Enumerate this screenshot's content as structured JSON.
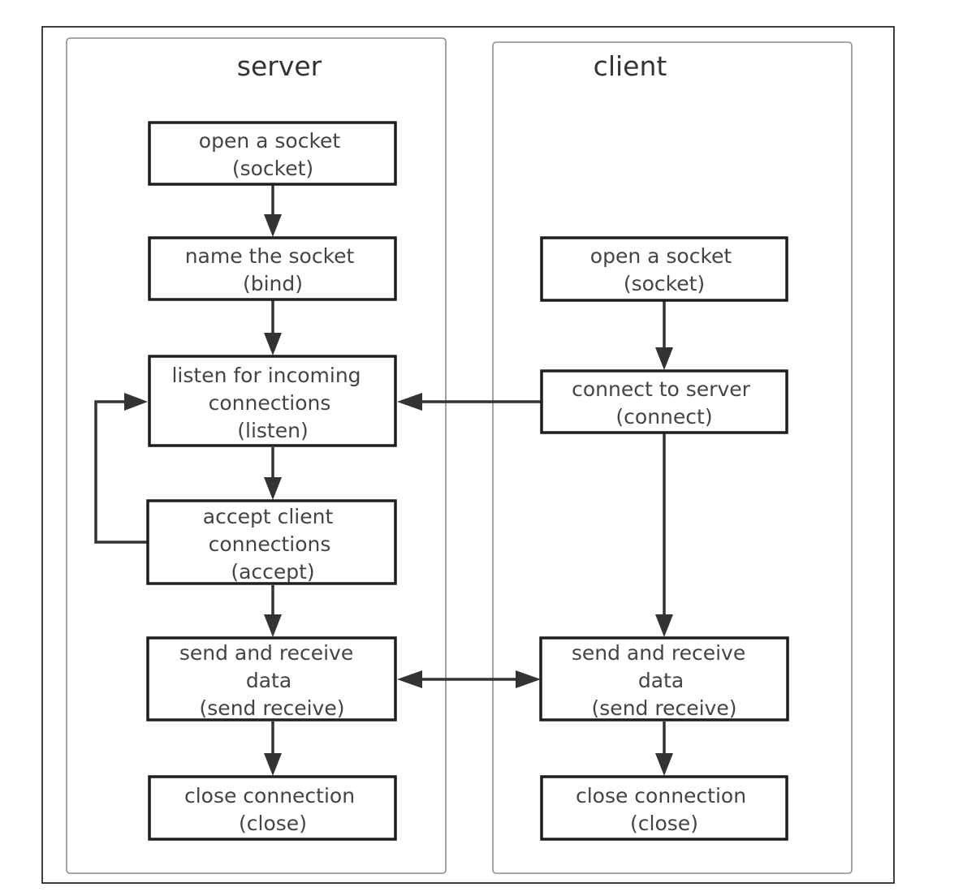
{
  "diagram": {
    "lanes": {
      "server": {
        "title": "server"
      },
      "client": {
        "title": "client"
      }
    },
    "nodes": {
      "server_socket": {
        "lines": [
          "open a socket",
          "(socket)"
        ]
      },
      "server_bind": {
        "lines": [
          "name the socket",
          "(bind)"
        ]
      },
      "server_listen": {
        "lines": [
          "listen for incoming",
          "connections",
          "(listen)"
        ]
      },
      "server_accept": {
        "lines": [
          "accept client",
          "connections",
          "(accept)"
        ]
      },
      "server_send_receive": {
        "lines": [
          "send and receive",
          "data",
          "(send receive)"
        ]
      },
      "server_close": {
        "lines": [
          "close connection",
          "(close)"
        ]
      },
      "client_socket": {
        "lines": [
          "open a socket",
          "(socket)"
        ]
      },
      "client_connect": {
        "lines": [
          "connect to server",
          "(connect)"
        ]
      },
      "client_send_receive": {
        "lines": [
          "send and receive",
          "data",
          "(send receive)"
        ]
      },
      "client_close": {
        "lines": [
          "close connection",
          "(close)"
        ]
      }
    },
    "edges": [
      {
        "from": "server_socket",
        "to": "server_bind"
      },
      {
        "from": "server_bind",
        "to": "server_listen"
      },
      {
        "from": "server_listen",
        "to": "server_accept"
      },
      {
        "from": "server_accept",
        "to": "server_listen"
      },
      {
        "from": "server_accept",
        "to": "server_send_receive"
      },
      {
        "from": "server_send_receive",
        "to": "server_close"
      },
      {
        "from": "client_socket",
        "to": "client_connect"
      },
      {
        "from": "client_connect",
        "to": "server_listen"
      },
      {
        "from": "client_connect",
        "to": "client_send_receive"
      },
      {
        "from": "server_send_receive",
        "to": "client_send_receive",
        "bidirectional": true
      },
      {
        "from": "client_send_receive",
        "to": "client_close"
      }
    ]
  }
}
